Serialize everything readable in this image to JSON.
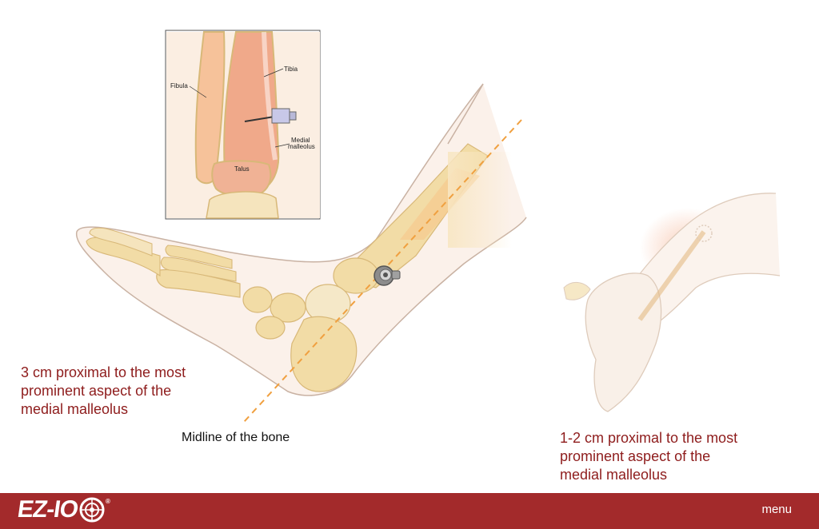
{
  "inset": {
    "labels": {
      "fibula": "Fibula",
      "tibia": "Tibia",
      "medial_malleolus_line1": "Medial",
      "medial_malleolus_line2": "malleolus",
      "talus": "Talus"
    }
  },
  "annotations": {
    "left": [
      "3 cm proximal to the most",
      "prominent aspect of the",
      "medial malleolus"
    ],
    "right": [
      "1-2 cm proximal to the most",
      "prominent aspect of the",
      "medial malleolus"
    ],
    "midline": "Midline of the bone"
  },
  "footer": {
    "logo": "EZ-IO",
    "logo_mark": "®",
    "menu": "menu"
  },
  "colors": {
    "footer_bg": "#a32a2b",
    "annotation_red": "#8e1c1c",
    "bone_fill": "#f2dca6",
    "bone_outline": "#d8b878",
    "marrow": "#f0a98a",
    "skin_outline": "#c9b2a3",
    "midline_dash": "#f0a040"
  },
  "icons": [
    "driver-icon",
    "ezio-target-icon"
  ]
}
